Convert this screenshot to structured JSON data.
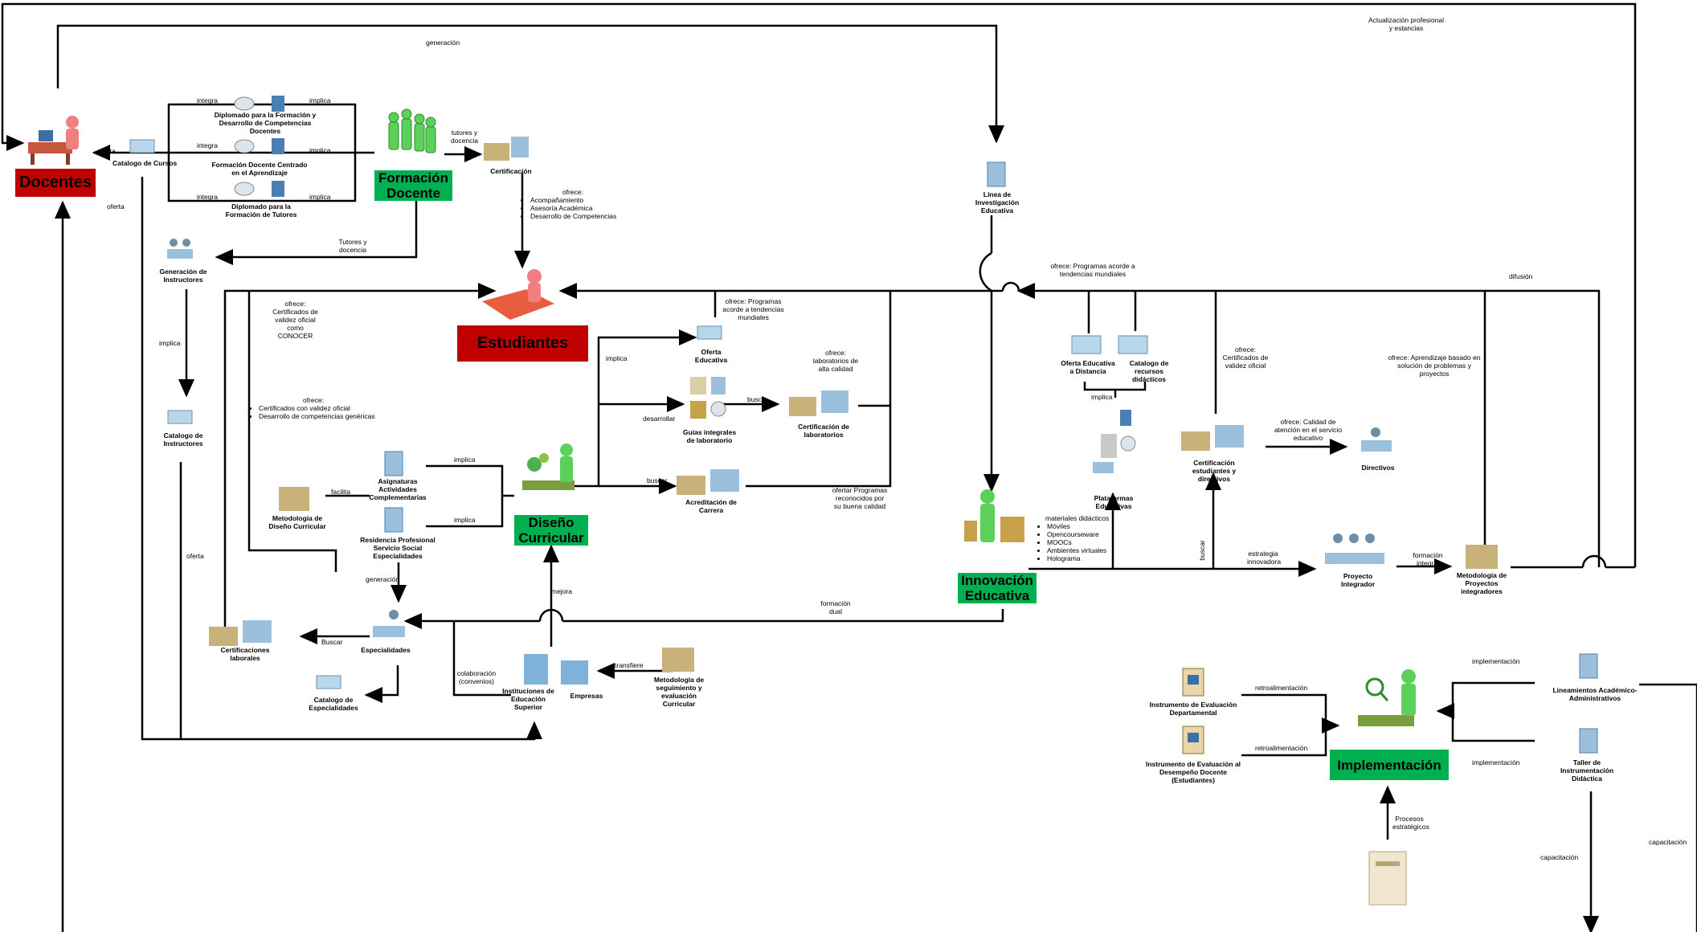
{
  "boxes": {
    "docentes": "Docentes",
    "formacion": "Formación Docente",
    "estudiantes": "Estudiantes",
    "diseno": "Diseño Curricular",
    "innovacion": "Innovación Educativa",
    "implementacion": "Implementación"
  },
  "nodes": {
    "catalogo_cursos": "Catalogo de Cursos",
    "diplomado_formacion": "Diplomado para la Formación y Desarrollo de Competencias Docentes",
    "formacion_centrado": "Formación Docente Centrado en el Aprendizaje",
    "diplomado_tutores": "Diplomado para la Formación de Tutores",
    "certificacion": "Certificación",
    "generacion_instructores": "Generación de Instructores",
    "catalogo_instructores": "Catalogo de Instructores",
    "linea_investigacion": "Línea de Investigación Educativa",
    "oferta_educativa": "Oferta Educativa",
    "guias": "Guías integrales de laboratorio",
    "cert_laboratorios": "Certificación de laboratorios",
    "acreditacion": "Acreditación de Carrera",
    "asignaturas": "Asignaturas Actividades Complementarias",
    "residencia": "Residencia Profesional Servicio Social Especialidades",
    "metodologia_diseno": "Metodología de Diseño Curricular",
    "especialidades": "Especialidades",
    "cert_laborales": "Certificaciones laborales",
    "catalogo_especialidades": "Catalogo de Especialidades",
    "instituciones": "Instituciones de Educación Superior",
    "empresas": "Empresas",
    "metodologia_seguimiento": "Metodología de seguimiento y evaluación Curricular",
    "oferta_distancia": "Oferta Educativa a Distancia",
    "catalogo_recursos": "Catalogo de recursos didácticos",
    "plataformas": "Plataformas Educativas",
    "cert_estudiantes": "Certificación estudiantes y directivos",
    "directivos": "Directivos",
    "proyecto_integrador": "Proyecto Integrador",
    "metodologia_proyectos": "Metodología de Proyectos integradores",
    "instrumento_departamental": "Instrumento de Evaluación Departamental",
    "instrumento_desempeno": "Instrumento de Evaluación al Desempeño Docente (Estudiantes)",
    "lineamientos": "Lineamientos Académico-Administrativos",
    "taller": "Taller de Instrumentación Didáctica"
  },
  "edges": {
    "generacion_top": "generación",
    "actualizacion": "Actualización profesional y estancias",
    "integra1": "integra",
    "integra2": "integra",
    "integra3": "integra",
    "implica1": "implica",
    "implica2": "implica",
    "implica3": "implica",
    "oferta_docentes": "oferta",
    "oferta_left": "oferta",
    "tutores_docencia1": "tutores y docencia",
    "tutores_docencia2": "Tutores y docencia",
    "implica_instr": "implica",
    "oferta_instr": "oferta",
    "ofrece_conocer": "ofrece: Certificados de validez oficial como CONOCER",
    "ofrece_tendencias": "ofrece: Programas acorde a tendencias mundiales",
    "ofrece_lab": "ofrece: laboratorios de alta calidad",
    "implica_oferta": "implica",
    "desarrollar": "desarrollar",
    "buscar_lab": "buscar",
    "buscar_acred": "buscar",
    "ofertar_prog": "ofertar Programas reconocidos por su buena calidad",
    "facilita": "facilita",
    "implica_asig": "implica",
    "implica_resid": "implica",
    "generacion_esp": "generación",
    "buscar_cert": "Buscar",
    "colaboracion": "colaboración (convenios)",
    "mejora": "mejora",
    "transfiere": "transfiere",
    "formacion_dual": "formación dual",
    "ofrece_prog_mundiales": "ofrece: Programas acorde a tendencias mundiales",
    "implica_plat": "implica",
    "ofrece_validez": "ofrece: Certificados de validez oficial",
    "ofrece_calidad": "ofrece: Calidad de atención en el servicio educativo",
    "ofrece_aprendizaje": "ofrece: Aprendizaje basado en solución de problemas y proyectos",
    "difusion": "difusión",
    "buscar_innov": "buscar",
    "estrategia": "estrategia innovadora",
    "formacion_integral": "formación integral",
    "retro1": "retroalimentación",
    "retro2": "retroalimentación",
    "implementacion1": "implementación",
    "implementacion2": "implementación",
    "procesos": "Procesos estratégicos",
    "capacitacion1": "capacitación",
    "capacitacion2": "capacitación"
  },
  "lists": {
    "certificacion_ofrece_title": "ofrece:",
    "certificacion_ofrece": [
      "Acompañamiento",
      "Asesoría Académica",
      "Desarrollo de Competencias"
    ],
    "left_ofrece_title": "ofrece:",
    "left_ofrece": [
      "Certificados con validez oficial",
      "Desarrollo de competencias genéricas"
    ],
    "materiales_title": "materiales didácticos",
    "materiales": [
      "Móviles",
      "Opencourseware",
      "MOOCs",
      "Ambientes virtuales",
      "Holograma"
    ]
  },
  "colors": {
    "red": "#c00000",
    "green": "#00b050",
    "line": "#000000"
  }
}
